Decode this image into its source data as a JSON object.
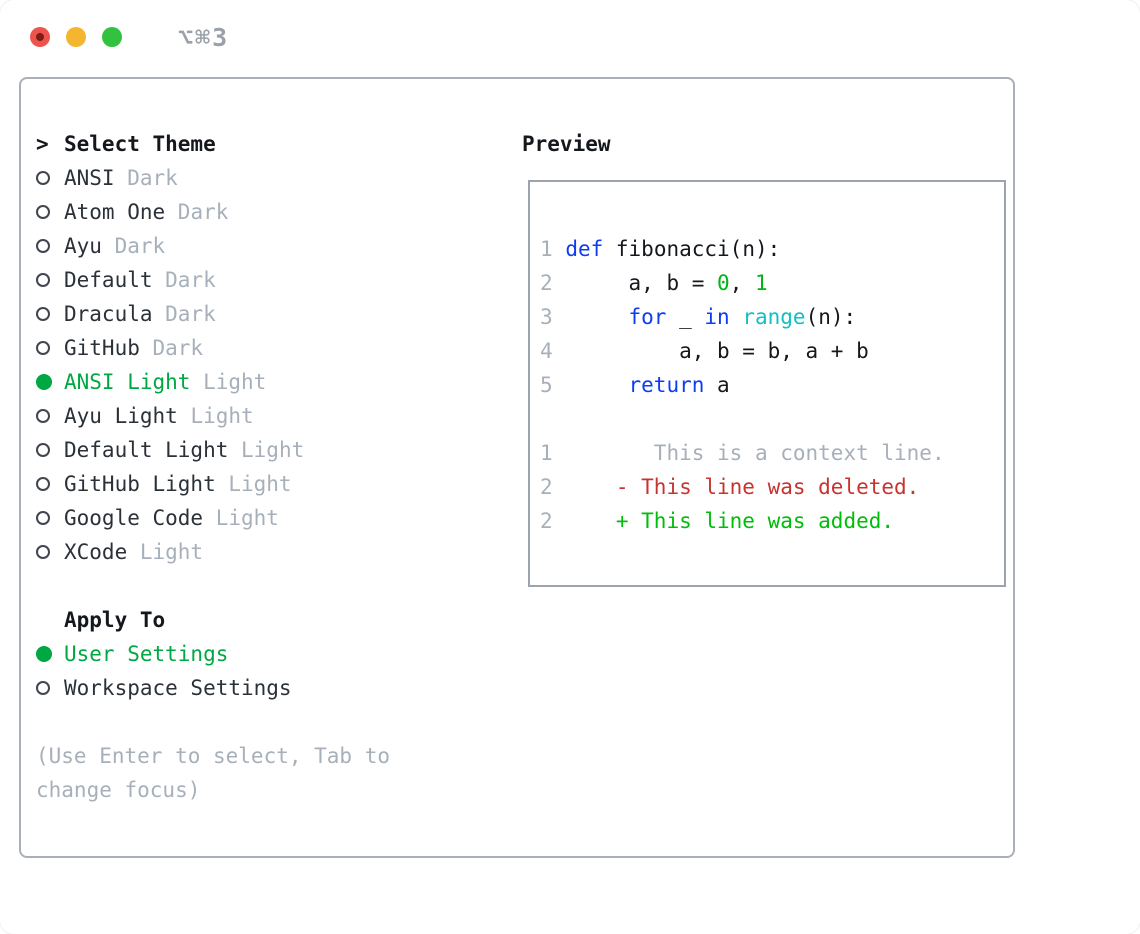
{
  "titlebar": {
    "shortcut": "⌥⌘3",
    "lights": [
      "close",
      "minimize",
      "zoom"
    ]
  },
  "colors": {
    "selection_green": "#00a843",
    "keyword_blue": "#0d3df2",
    "function_cyan": "#0fc0c5",
    "literal_green": "#00b515",
    "deleted_red": "#c8332f",
    "added_green": "#00bd0a",
    "muted_gray": "#a7b0ba",
    "traffic_red": "#ed544e",
    "traffic_yellow": "#f5b62f",
    "traffic_green": "#33c23f"
  },
  "theme_panel": {
    "header": {
      "marker": ">",
      "label": "Select Theme"
    },
    "items": [
      {
        "name": "ANSI",
        "variant": "Dark",
        "selected": false
      },
      {
        "name": "Atom One",
        "variant": "Dark",
        "selected": false
      },
      {
        "name": "Ayu",
        "variant": "Dark",
        "selected": false
      },
      {
        "name": "Default",
        "variant": "Dark",
        "selected": false
      },
      {
        "name": "Dracula",
        "variant": "Dark",
        "selected": false
      },
      {
        "name": "GitHub",
        "variant": "Dark",
        "selected": false
      },
      {
        "name": "ANSI Light",
        "variant": "Light",
        "selected": true
      },
      {
        "name": "Ayu Light",
        "variant": "Light",
        "selected": false
      },
      {
        "name": "Default Light",
        "variant": "Light",
        "selected": false
      },
      {
        "name": "GitHub Light",
        "variant": "Light",
        "selected": false
      },
      {
        "name": "Google Code",
        "variant": "Light",
        "selected": false
      },
      {
        "name": "XCode",
        "variant": "Light",
        "selected": false
      }
    ],
    "apply_to": {
      "header": "Apply To",
      "options": [
        {
          "label": "User Settings",
          "selected": true
        },
        {
          "label": "Workspace Settings",
          "selected": false
        }
      ]
    },
    "help_lines": [
      "(Use Enter to select, Tab to",
      "change focus)"
    ]
  },
  "preview": {
    "header": "Preview",
    "code_lines": [
      [],
      [
        [
          "num",
          "1"
        ],
        [
          "txt",
          " "
        ],
        [
          "kw",
          "def"
        ],
        [
          "txt",
          " fibonacci(n):"
        ]
      ],
      [
        [
          "num",
          "2"
        ],
        [
          "txt",
          "      a, b = "
        ],
        [
          "lit",
          "0"
        ],
        [
          "txt",
          ", "
        ],
        [
          "lit",
          "1"
        ]
      ],
      [
        [
          "num",
          "3"
        ],
        [
          "txt",
          "      "
        ],
        [
          "kw",
          "for"
        ],
        [
          "txt",
          " _ "
        ],
        [
          "kw",
          "in"
        ],
        [
          "txt",
          " "
        ],
        [
          "fn",
          "range"
        ],
        [
          "txt",
          "(n):"
        ]
      ],
      [
        [
          "num",
          "4"
        ],
        [
          "txt",
          "          a, b = b, a + b"
        ]
      ],
      [
        [
          "num",
          "5"
        ],
        [
          "txt",
          "      "
        ],
        [
          "kw",
          "return"
        ],
        [
          "txt",
          " a"
        ]
      ],
      [],
      [
        [
          "num",
          "1"
        ],
        [
          "ctx",
          "        This is a context line."
        ]
      ],
      [
        [
          "num",
          "2"
        ],
        [
          "txt",
          "     "
        ],
        [
          "del",
          "- This line was deleted."
        ]
      ],
      [
        [
          "num",
          "2"
        ],
        [
          "txt",
          "     "
        ],
        [
          "add",
          "+ This line was added."
        ]
      ],
      []
    ]
  }
}
